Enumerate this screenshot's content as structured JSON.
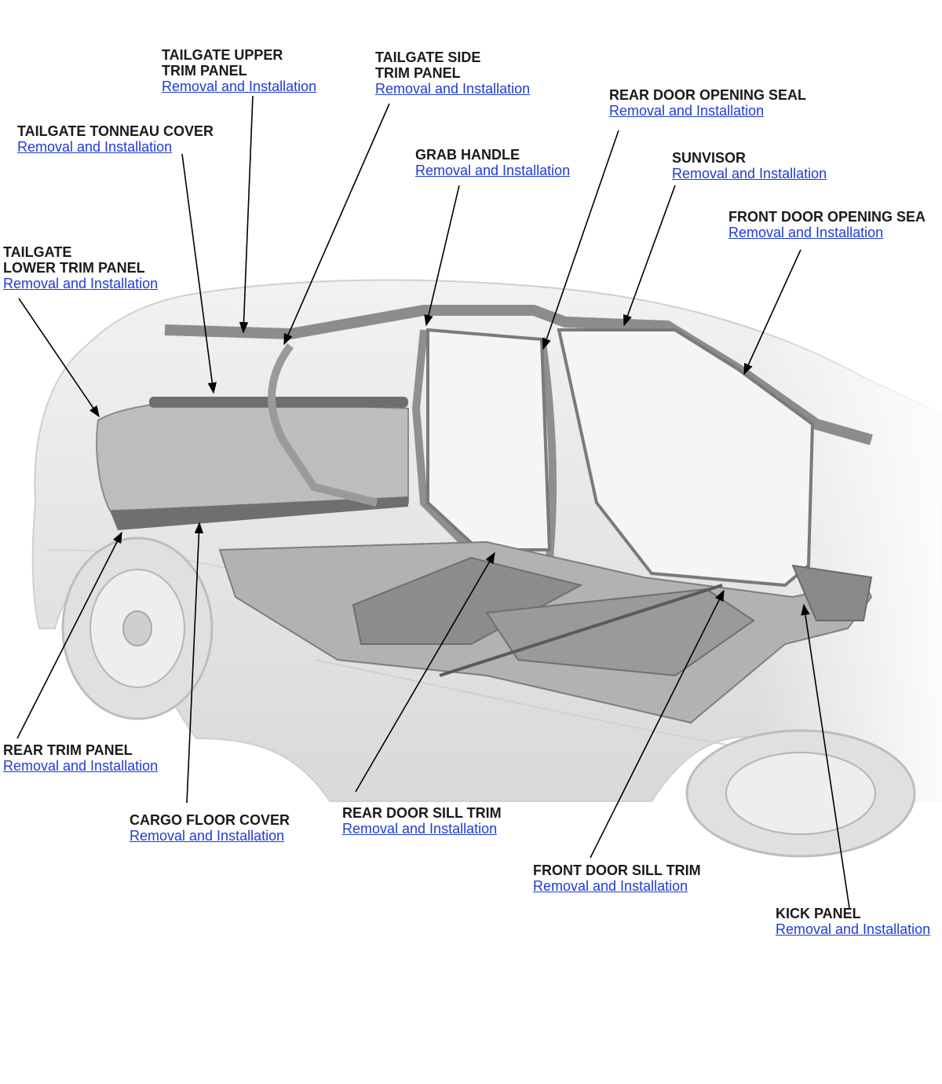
{
  "callouts": [
    {
      "id": "tailgate-upper-trim-panel",
      "title_lines": [
        "TAILGATE UPPER",
        "TRIM PANEL"
      ],
      "link": "Removal and Installation"
    },
    {
      "id": "tailgate-side-trim-panel",
      "title_lines": [
        "TAILGATE SIDE",
        "TRIM PANEL"
      ],
      "link": "Removal and Installation"
    },
    {
      "id": "rear-door-opening-seal",
      "title_lines": [
        "REAR DOOR OPENING SEAL"
      ],
      "link": "Removal and Installation"
    },
    {
      "id": "tailgate-tonneau-cover",
      "title_lines": [
        "TAILGATE TONNEAU COVER"
      ],
      "link": "Removal and Installation"
    },
    {
      "id": "grab-handle",
      "title_lines": [
        "GRAB HANDLE"
      ],
      "link": "Removal and Installation"
    },
    {
      "id": "sunvisor",
      "title_lines": [
        "SUNVISOR"
      ],
      "link": "Removal and Installation"
    },
    {
      "id": "front-door-opening-seal",
      "title_lines": [
        "FRONT DOOR OPENING SEA"
      ],
      "link": "Removal and Installation"
    },
    {
      "id": "tailgate-lower-trim-panel",
      "title_lines": [
        "TAILGATE",
        "LOWER TRIM PANEL"
      ],
      "link": "Removal and Installation"
    },
    {
      "id": "rear-trim-panel",
      "title_lines": [
        "REAR TRIM PANEL"
      ],
      "link": "Removal and Installation"
    },
    {
      "id": "cargo-floor-cover",
      "title_lines": [
        "CARGO FLOOR COVER"
      ],
      "link": "Removal and Installation"
    },
    {
      "id": "rear-door-sill-trim",
      "title_lines": [
        "REAR DOOR SILL TRIM"
      ],
      "link": "Removal and Installation"
    },
    {
      "id": "front-door-sill-trim",
      "title_lines": [
        "FRONT DOOR SILL TRIM"
      ],
      "link": "Removal and Installation"
    },
    {
      "id": "kick-panel",
      "title_lines": [
        "KICK PANEL"
      ],
      "link": "Removal and Installation"
    }
  ],
  "colors": {
    "link": "#1f3bd6",
    "title": "#1a1a1a",
    "body_fill": "#e6e6e6",
    "trim_fill": "#8c8c8c"
  }
}
